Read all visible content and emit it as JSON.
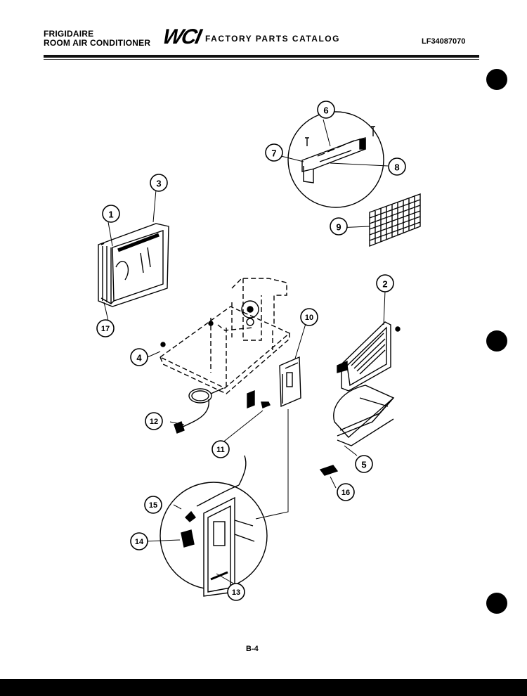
{
  "header": {
    "brand": "FRIGIDAIRE",
    "product": "ROOM AIR CONDITIONER",
    "logo": "WCI",
    "catalog_title": "FACTORY PARTS CATALOG",
    "model_number": "LF34087070"
  },
  "footer": {
    "page_number": "B-4"
  },
  "callouts": [
    "1",
    "2",
    "3",
    "4",
    "5",
    "6",
    "7",
    "8",
    "9",
    "10",
    "11",
    "12",
    "13",
    "14",
    "15",
    "16",
    "17"
  ],
  "colors": {
    "ink": "#000000",
    "paper": "#ffffff"
  }
}
